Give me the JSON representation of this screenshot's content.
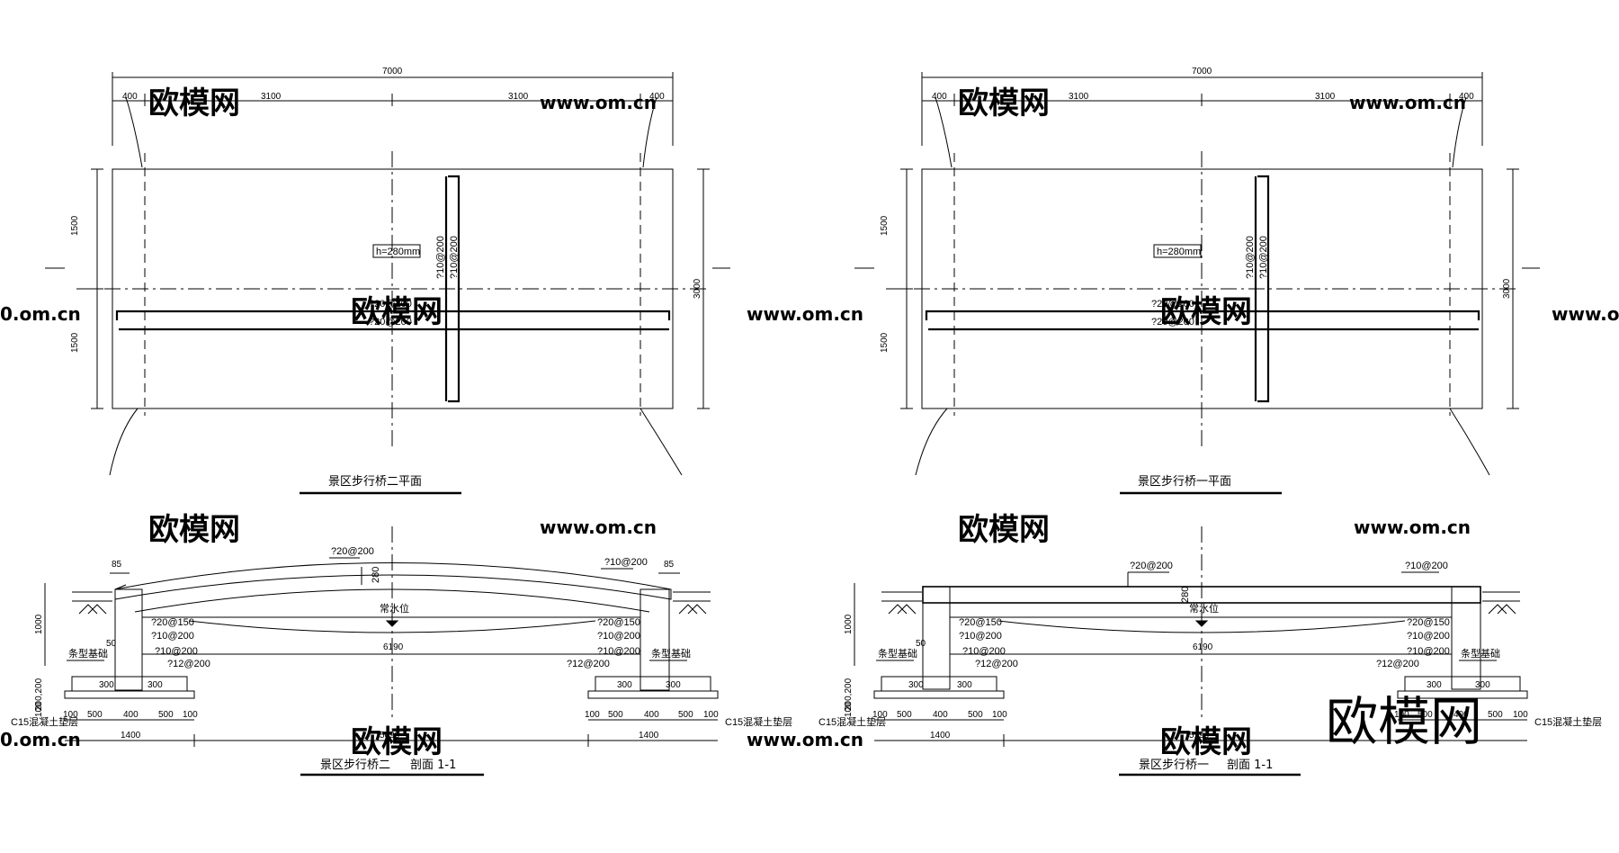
{
  "left_plan": {
    "overall": "7000",
    "seg_a": "400",
    "seg_b": "3100",
    "seg_c": "3100",
    "seg_d": "400",
    "half_top": "1500",
    "half_bottom": "1500",
    "width": "3000",
    "slab": "h=280mm",
    "rebar_vertical_1": "?10@200",
    "rebar_vertical_2": "?10@200",
    "rebar_h_1": "?20@200",
    "rebar_h_2": "?20@200",
    "title": "景区步行桥二平面"
  },
  "right_plan": {
    "overall": "7000",
    "seg_a": "400",
    "seg_b": "3100",
    "seg_c": "3100",
    "seg_d": "400",
    "half_top": "1500",
    "half_bottom": "1500",
    "width": "3000",
    "slab": "h=280mm",
    "rebar_vertical_1": "?10@200",
    "rebar_vertical_2": "?10@200",
    "rebar_h_1": "?20@200",
    "rebar_h_2": "?20@200",
    "title": "景区步行桥一平面"
  },
  "left_section": {
    "top_rebar": "?20@200",
    "right_rebar": "?10@200",
    "thk": "280",
    "cap_l": "85",
    "cap_r": "85",
    "water": "常水位",
    "w1": "?20@150",
    "w2": "?10@200",
    "w3": "?10@200",
    "w4": "?12@200",
    "w1r": "?20@150",
    "w2r": "?10@200",
    "w3r": "?10@200",
    "w4r": "?12@200",
    "span": "6190",
    "height": "1000",
    "small": "50",
    "found": "条型基础",
    "found_r": "条型基础",
    "d200": "200,200",
    "d100": "100",
    "w300a": "300",
    "w300b": "300",
    "w300c": "300",
    "w300d": "300",
    "pad": "C15混凝土垫层",
    "pad_r": "C15混凝土垫层",
    "b1": "100",
    "b2": "500",
    "b3": "400",
    "b4": "500",
    "b5": "100",
    "b1r": "100",
    "b2r": "500",
    "b3r": "400",
    "b4r": "500",
    "b5r": "100",
    "foot_l": "1400",
    "foot_r": "1400",
    "clear": "5090",
    "title_a": "景区步行桥二",
    "title_b": "剖面 1-1"
  },
  "right_section": {
    "top_rebar": "?20@200",
    "right_rebar": "?10@200",
    "thk": "280",
    "water": "常水位",
    "w1": "?20@150",
    "w2": "?10@200",
    "w3": "?10@200",
    "w4": "?12@200",
    "w1r": "?20@150",
    "w2r": "?10@200",
    "w3r": "?10@200",
    "w4r": "?12@200",
    "span": "6190",
    "height": "1000",
    "small": "50",
    "found": "条型基础",
    "found_r": "条型基础",
    "d200": "200,200",
    "d100": "100",
    "w300a": "300",
    "w300b": "300",
    "w300c": "300",
    "w300d": "300",
    "pad": "C15混凝土垫层",
    "pad_r": "C15混凝土垫层",
    "b1": "100",
    "b2": "500",
    "b3": "400",
    "b4": "500",
    "b5": "100",
    "b1r": "100",
    "b2r": "500",
    "b3r": "400",
    "b4r": "500",
    "b5r": "100",
    "foot_l": "1400",
    "clear": "5190",
    "title_a": "景区步行桥一",
    "title_b": "剖面 1-1"
  },
  "watermarks": {
    "brand": "欧模网",
    "url": "www.om.cn",
    "url_cut": "0.om.cn"
  },
  "logo": {
    "text": "欧模网"
  }
}
